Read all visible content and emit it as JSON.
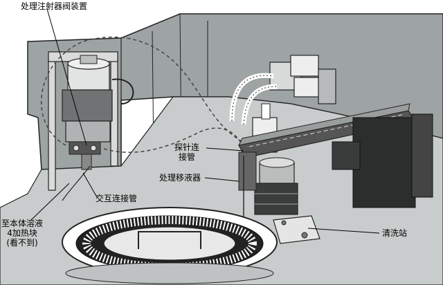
{
  "labels": {
    "injector_valve": "处理注射器阀装置",
    "probe_connector_line1": "探针连",
    "probe_connector_line2": "接管",
    "pipettor": "处理移液器",
    "crossover_tube": "交互连接管",
    "heater_line1": "至本体溶液",
    "heater_line2": "4加热块",
    "heater_line3": "(看不到)",
    "wash_station": "清洗站"
  }
}
